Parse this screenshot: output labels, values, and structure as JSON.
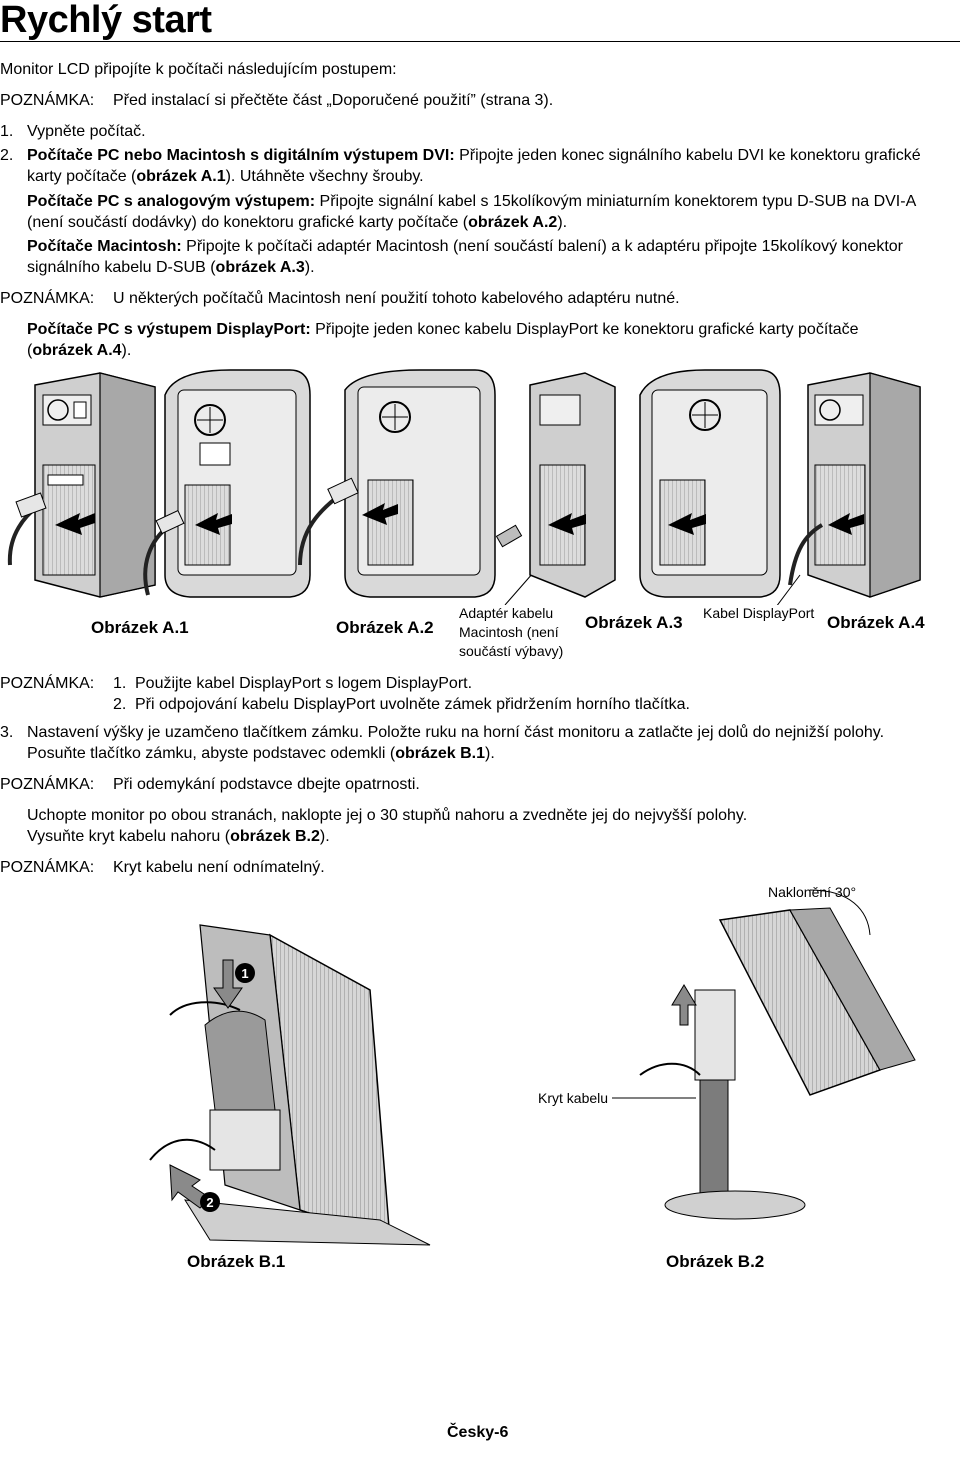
{
  "title": "Rychlý start",
  "intro": "Monitor LCD připojíte k počítači následujícím postupem:",
  "note_label": "POZNÁMKA:",
  "note1": "Před instalací si přečtěte část „Doporučené použití” (strana 3).",
  "step1": {
    "num": "1.",
    "text": "Vypněte počítač."
  },
  "step2": {
    "num": "2.",
    "dvi_bold": "Počítače PC nebo Macintosh s digitálním výstupem DVI:",
    "dvi_text_1": " Připojte jeden konec signálního kabelu DVI ke konektoru grafické",
    "dvi_text_2_a": "karty počítače (",
    "dvi_ref": "obrázek A.1",
    "dvi_text_2_b": "). Utáhněte všechny šrouby.",
    "analog_bold": "Počítače PC s analogovým výstupem:",
    "analog_text_1": " Připojte signální kabel s 15kolíkovým miniaturním konektorem typu D-SUB na DVI-A",
    "analog_text_2_a": "(není součástí dodávky) do konektoru grafické karty počítače (",
    "analog_ref": "obrázek A.2",
    "analog_text_2_b": ").",
    "mac_bold": "Počítače Macintosh:",
    "mac_text_1": " Připojte k počítači adaptér Macintosh (není součástí balení) a k adaptéru připojte 15kolíkový konektor",
    "mac_text_2_a": "signálního kabelu D-SUB (",
    "mac_ref": "obrázek A.3",
    "mac_text_2_b": ").",
    "note2": "U některých počítačů Macintosh není použití tohoto kabelového adaptéru nutné.",
    "dp_bold": "Počítače PC s výstupem DisplayPort:",
    "dp_text_1": " Připojte jeden konec kabelu DisplayPort ke konektoru grafické karty počítače",
    "dp_text_2_a": "(",
    "dp_ref": "obrázek A.4",
    "dp_text_2_b": ")."
  },
  "figures_a": {
    "a1": "Obrázek A.1",
    "a2": "Obrázek A.2",
    "a3": "Obrázek A.3",
    "a4": "Obrázek A.4",
    "adapter_label_1": "Adaptér kabelu",
    "adapter_label_2": "Macintosh (není",
    "adapter_label_3": "součástí výbavy)",
    "dp_cable_label": "Kabel DisplayPort"
  },
  "dp_notes": {
    "n1_num": "1.",
    "n1": "Použijte kabel DisplayPort s logem DisplayPort.",
    "n2_num": "2.",
    "n2": "Při odpojování kabelu DisplayPort uvolněte zámek přidržením horního tlačítka."
  },
  "step3": {
    "num": "3.",
    "line1": "Nastavení výšky je uzamčeno tlačítkem zámku. Položte ruku na horní část monitoru a zatlačte jej dolů do nejnižší polohy.",
    "line2_a": "Posuňte tlačítko zámku, abyste podstavec odemkli (",
    "line2_ref": "obrázek B.1",
    "line2_b": ").",
    "note3": "Při odemykání podstavce dbejte opatrnosti.",
    "para_line1": "Uchopte monitor po obou stranách, naklopte jej o 30 stupňů nahoru a zvedněte jej do nejvyšší polohy.",
    "para_line2_a": "Vysuňte kryt kabelu nahoru (",
    "para_ref": "obrázek B.2",
    "para_line2_b": ").",
    "note4": "Kryt kabelu není odnímatelný."
  },
  "figures_b": {
    "b1": "Obrázek B.1",
    "b2": "Obrázek B.2",
    "tilt_label": "Naklonění 30°",
    "cable_cover_label": "Kryt kabelu",
    "marker1": "1",
    "marker2": "2"
  },
  "footer": "Česky-6"
}
